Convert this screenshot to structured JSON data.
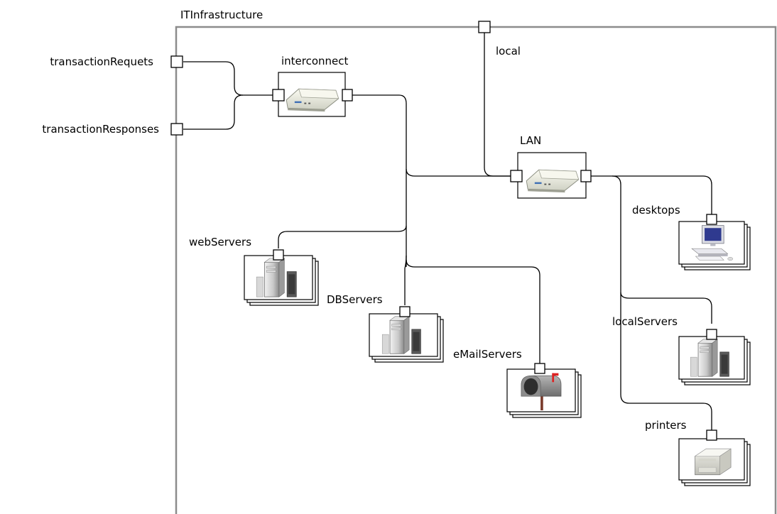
{
  "container": {
    "label": "ITInfrastructure"
  },
  "ports": {
    "local": "local",
    "transaction_requests": "transactionRequets",
    "transaction_responses": "transactionResponses"
  },
  "parts": {
    "interconnect": {
      "label": "interconnect",
      "icon": "router-icon"
    },
    "lan": {
      "label": "LAN",
      "icon": "router-icon"
    },
    "web_servers": {
      "label": "webServers",
      "icon": "server-tower-icon"
    },
    "db_servers": {
      "label": "DBServers",
      "icon": "server-tower-icon"
    },
    "email_servers": {
      "label": "eMailServers",
      "icon": "mailbox-icon"
    },
    "desktops": {
      "label": "desktops",
      "icon": "desktop-computer-icon"
    },
    "local_servers": {
      "label": "localServers",
      "icon": "server-tower-icon"
    },
    "printers": {
      "label": "printers",
      "icon": "printer-icon"
    }
  }
}
